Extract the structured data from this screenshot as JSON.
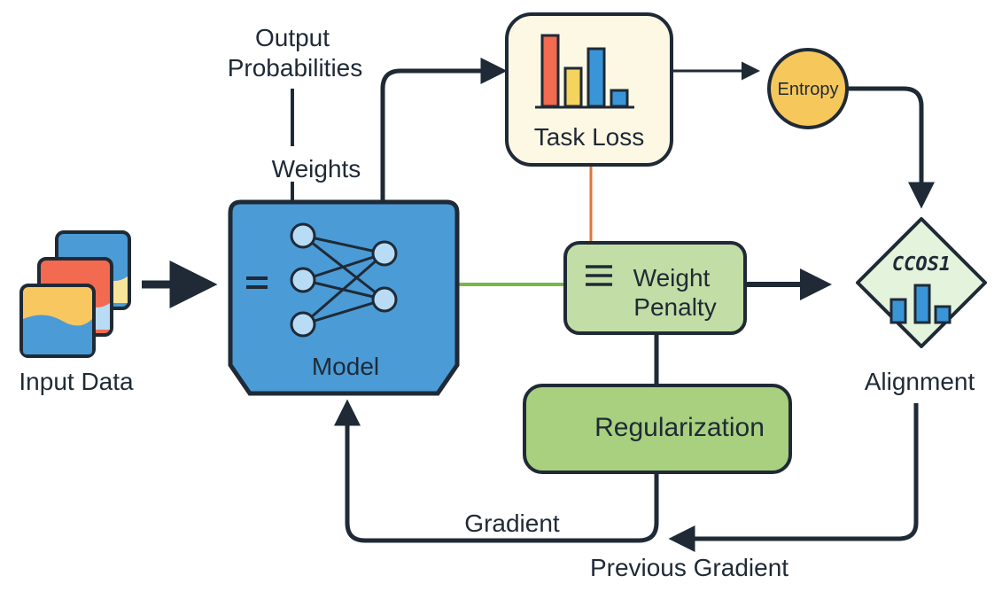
{
  "labels": {
    "output_probabilities_line1": "Output",
    "output_probabilities_line2": "Probabilities",
    "weights": "Weights",
    "task_loss": "Task Loss",
    "entropy": "Entropy",
    "model": "Model",
    "input_data": "Input Data",
    "weight_penalty_line1": "Weight",
    "weight_penalty_line2": "Penalty",
    "alignment_symbol": "CCOS1",
    "alignment": "Alignment",
    "regularization": "Regularization",
    "gradient": "Gradient",
    "previous_gradient": "Previous Gradient"
  },
  "colors": {
    "ink": "#1f2a36",
    "model_fill": "#4a9bd6",
    "node_fill": "#b8dcf5",
    "task_loss_fill": "#fdf8e4",
    "entropy_fill": "#f6c75a",
    "penalty_fill": "#c2dda6",
    "regularization_fill": "#a8d07f",
    "alignment_fill": "#e3f3dc",
    "bar_red": "#f26a4f",
    "bar_yellow": "#f4d35e",
    "bar_blue": "#3a95d8",
    "link_orange": "#d9793a",
    "link_green": "#7ab648"
  },
  "icons": {
    "input": "stacked-data-cards-icon",
    "model": "neural-network-icon",
    "task_loss": "bar-chart-icon",
    "alignment": "bar-chart-icon",
    "weight_penalty": "menu-lines-icon"
  }
}
